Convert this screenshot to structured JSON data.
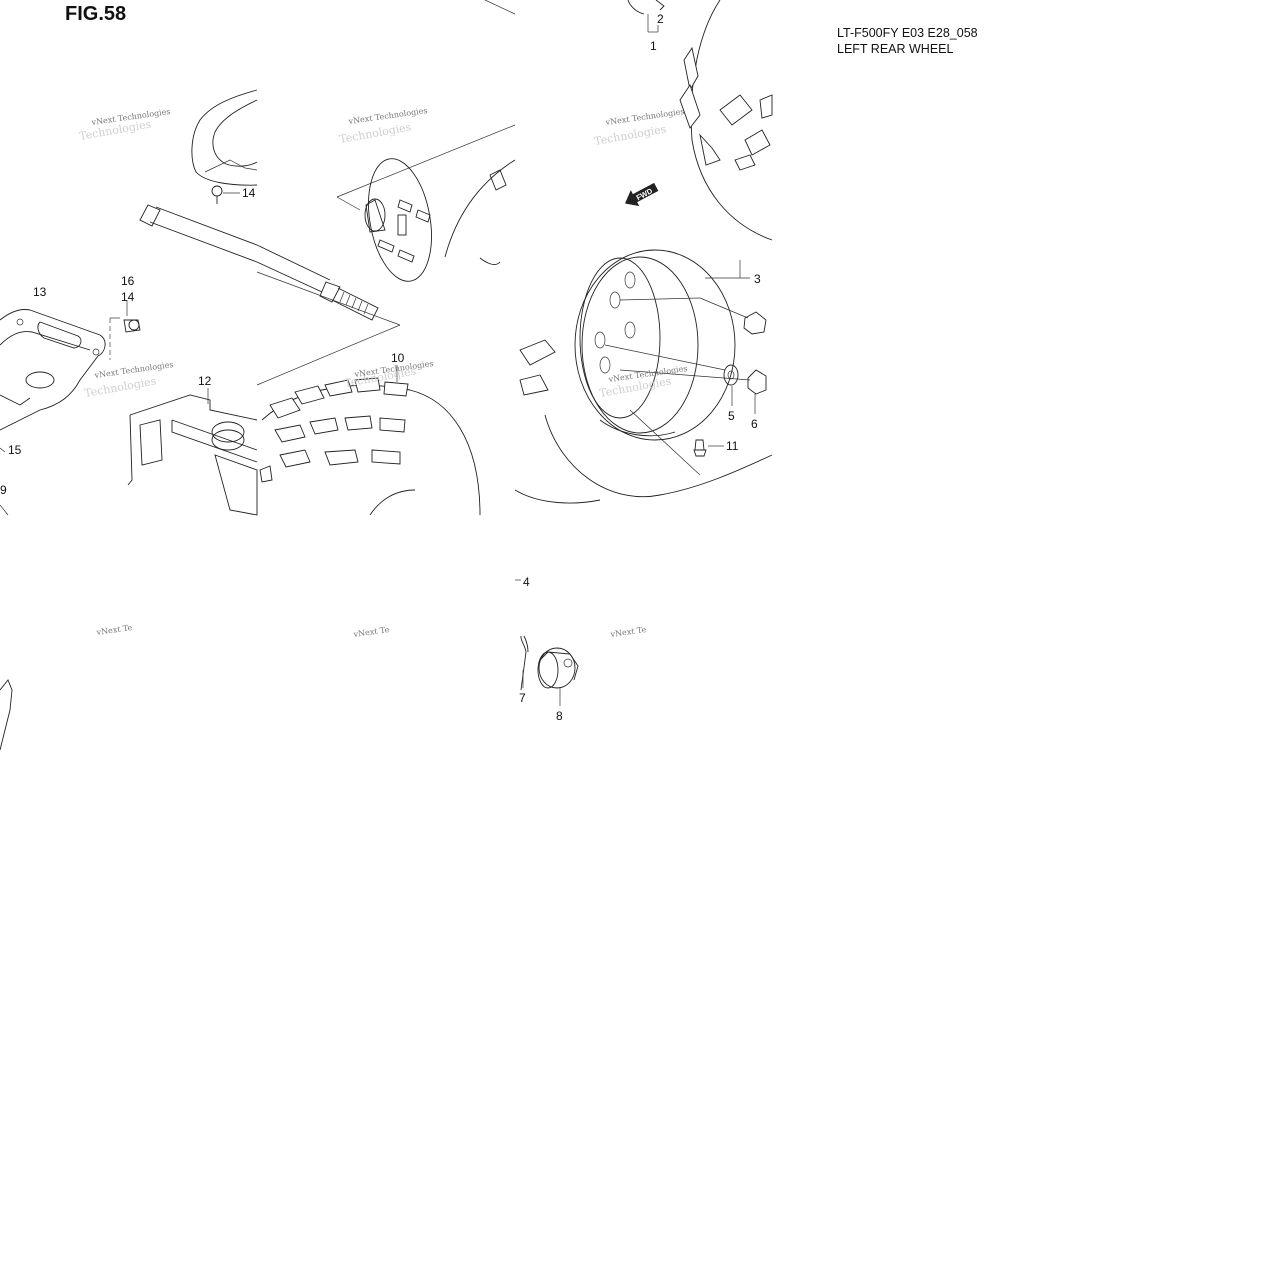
{
  "figure": {
    "title": "FIG.58"
  },
  "model": {
    "code": "LT-F500FY E03 E28_058",
    "description": "LEFT REAR WHEEL"
  },
  "watermark": {
    "line1": "vNext Technologies",
    "line2": "Technologies",
    "short": "vNext Te"
  },
  "callouts": {
    "c1": "1",
    "c2": "2",
    "c3": "3",
    "c4": "4",
    "c5": "5",
    "c6": "6",
    "c7": "7",
    "c8": "8",
    "c9": "9",
    "c10": "10",
    "c11": "11",
    "c12": "12",
    "c13": "13",
    "c14a": "14",
    "c14b": "14",
    "c15": "15",
    "c16": "16"
  },
  "fwd_label": "FWD"
}
